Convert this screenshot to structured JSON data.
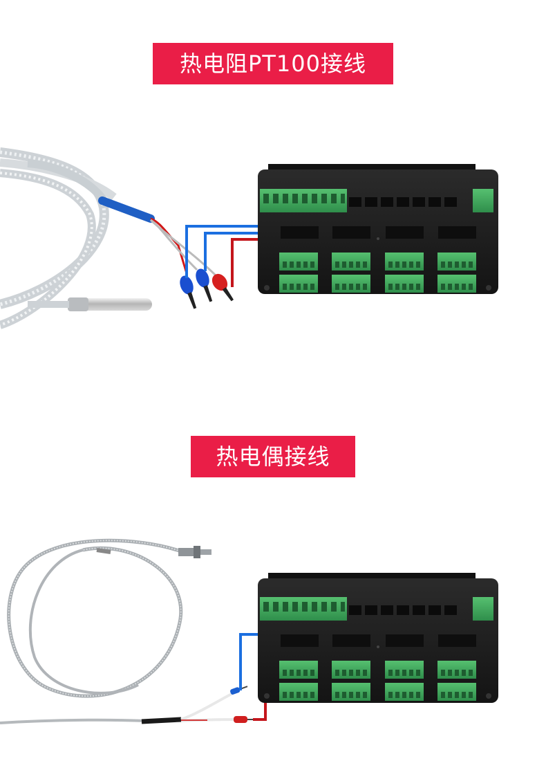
{
  "sections": [
    {
      "title": "热电阻PT100接线"
    },
    {
      "title": "热电偶接线"
    }
  ],
  "colors": {
    "banner": "#ea1e47",
    "device": "#1f1f1f",
    "terminal": "#3aa65a",
    "wire_blue": "#1b6fe0",
    "wire_red": "#c4161c"
  },
  "icons": [
    "pt100-probe",
    "thermocouple-probe",
    "controller-module",
    "terminal-block",
    "wire-ferrule"
  ]
}
